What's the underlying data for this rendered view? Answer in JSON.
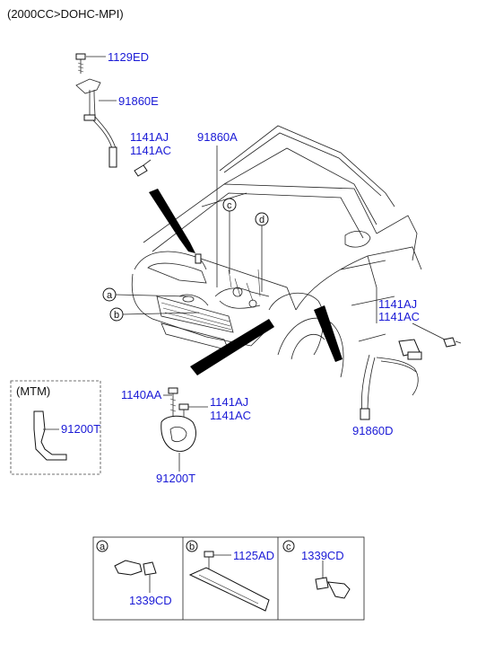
{
  "header": {
    "title": "(2000CC>DOHC-MPI)"
  },
  "mtm_box": {
    "title": "(MTM)"
  },
  "colors": {
    "label": "#1a1ad6",
    "line": "#222222",
    "arrow": "#000000"
  },
  "labels": {
    "p1129ED": "1129ED",
    "p91860E": "91860E",
    "p1141AJ_a": "1141AJ",
    "p1141AC_a": "1141AC",
    "p91860A": "91860A",
    "p1141AJ_b": "1141AJ",
    "p1141AC_b": "1141AC",
    "p91860D": "91860D",
    "p1140AA": "1140AA",
    "p1141AJ_c": "1141AJ",
    "p1141AC_c": "1141AC",
    "p91200T_mtm": "91200T",
    "p91200T": "91200T"
  },
  "callouts": {
    "a": "a",
    "b": "b",
    "c": "c",
    "d": "d"
  },
  "detail_panels": {
    "a": {
      "letter": "a",
      "part": "1339CD"
    },
    "b": {
      "letter": "b",
      "part": "1125AD"
    },
    "c": {
      "letter": "c",
      "part": "1339CD"
    }
  }
}
